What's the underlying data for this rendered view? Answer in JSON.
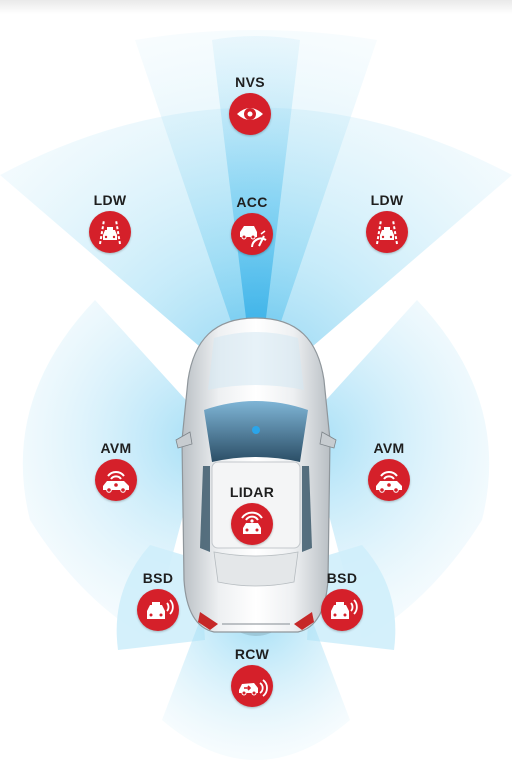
{
  "sensors": [
    {
      "id": "nvs",
      "label": "NVS",
      "icon": "eye-icon"
    },
    {
      "id": "ldw-left",
      "label": "LDW",
      "icon": "lane-departure-icon"
    },
    {
      "id": "acc",
      "label": "ACC",
      "icon": "adaptive-cruise-icon"
    },
    {
      "id": "ldw-right",
      "label": "LDW",
      "icon": "lane-departure-icon"
    },
    {
      "id": "avm-left",
      "label": "AVM",
      "icon": "around-view-icon"
    },
    {
      "id": "avm-right",
      "label": "AVM",
      "icon": "around-view-icon"
    },
    {
      "id": "lidar",
      "label": "LIDAR",
      "icon": "lidar-car-icon"
    },
    {
      "id": "bsd-left",
      "label": "BSD",
      "icon": "blind-spot-icon"
    },
    {
      "id": "bsd-right",
      "label": "BSD",
      "icon": "blind-spot-icon"
    },
    {
      "id": "rcw",
      "label": "RCW",
      "icon": "rear-collision-icon"
    }
  ],
  "colors": {
    "badge": "#d5202a",
    "beam": "#29b6ea",
    "car_body": "#d9dde0"
  }
}
